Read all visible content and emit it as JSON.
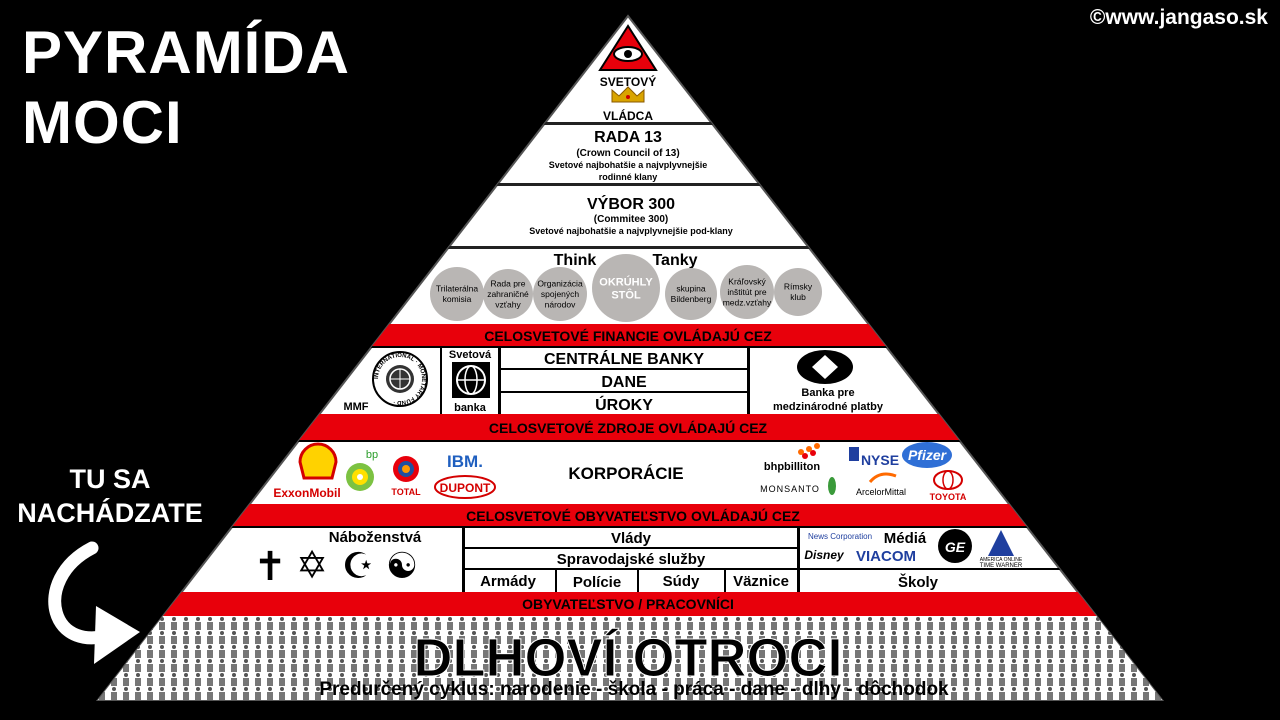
{
  "title": {
    "line1": "PYRAMÍDA",
    "line2": "MOCI"
  },
  "copyright": "©www.jangaso.sk",
  "you_are_here": {
    "line1": "TU SA",
    "line2": "NACHÁDZATE"
  },
  "apex": {
    "line1": "SVETOVÝ",
    "line2": "VLÁDCA"
  },
  "council13": {
    "title": "RADA 13",
    "subtitle": "(Crown Council of 13)",
    "desc1": "Svetové najbohatšie a najvplyvnejšie",
    "desc2": "rodinné klany"
  },
  "committee300": {
    "title": "VÝBOR 300",
    "subtitle": "(Commitee 300)",
    "desc": "Svetové najbohatšie a najvplyvnejšie pod-klany"
  },
  "think_tanks": {
    "label_left": "Think",
    "label_right": "Tanky",
    "circles": [
      {
        "lines": [
          "Trilaterálna",
          "komisia"
        ]
      },
      {
        "lines": [
          "Rada pre",
          "zahraničné",
          "vzťahy"
        ]
      },
      {
        "lines": [
          "Organizácia",
          "spojených",
          "národov"
        ]
      },
      {
        "lines": [
          "OKRÚHLY",
          "STÔL"
        ]
      },
      {
        "lines": [
          "skupina",
          "Bildenberg"
        ]
      },
      {
        "lines": [
          "Kráľovský",
          "inštitút pre",
          "medz.vzťahy"
        ]
      },
      {
        "lines": [
          "Rímsky",
          "klub"
        ]
      }
    ]
  },
  "band_finance": "CELOSVETOVÉ FINANCIE OVLÁDAJÚ CEZ",
  "finance": {
    "imf_ring": "INTERNATIONAL · MONETARY FUND ·",
    "imf": "MMF",
    "world_bank_top": "Svetová",
    "world_bank_bottom": "banka",
    "rows": [
      "CENTRÁLNE BANKY",
      "DANE",
      "ÚROKY"
    ],
    "bis1": "Banka pre",
    "bis2": "medzinárodné platby"
  },
  "band_resources": "CELOSVETOVÉ ZDROJE OVLÁDAJÚ CEZ",
  "corporations": {
    "label": "KORPORÁCIE",
    "logos": [
      "ExxonMobil",
      "bp",
      "TOTAL",
      "IBM.",
      "DUPONT",
      "bhpbilliton",
      "MONSANTO",
      "NYSE",
      "Pfizer",
      "ArcelorMittal",
      "TOYOTA"
    ]
  },
  "band_population": "CELOSVETOVÉ OBYVATEĽSTVO OVLÁDAJÚ CEZ",
  "religions": {
    "label": "Náboženstvá",
    "symbols": [
      "✝",
      "✡",
      "☪",
      "☯"
    ]
  },
  "control_rows": {
    "row1": "Vlády",
    "row2": "Spravodajské služby",
    "row3": [
      "Armády",
      "Polície",
      "Súdy",
      "Väznice"
    ]
  },
  "media": {
    "label": "Médiá",
    "logos": [
      "News Corporation",
      "Disney",
      "VIACOM",
      "GE",
      "AMERICA ONLINE",
      "TIME WARNER"
    ],
    "schools": "Školy"
  },
  "band_workers": "OBYVATEĽSTVO / PRACOVNÍCI",
  "base": {
    "title": "DLHOVÍ OTROCI",
    "cycle": "Predurčený cyklus: narodenie - škola - práca - dane - dlhy - dôchodok"
  },
  "colors": {
    "red": "#e8000b",
    "black": "#000000",
    "white": "#ffffff",
    "grey": "#b9b6b4"
  }
}
